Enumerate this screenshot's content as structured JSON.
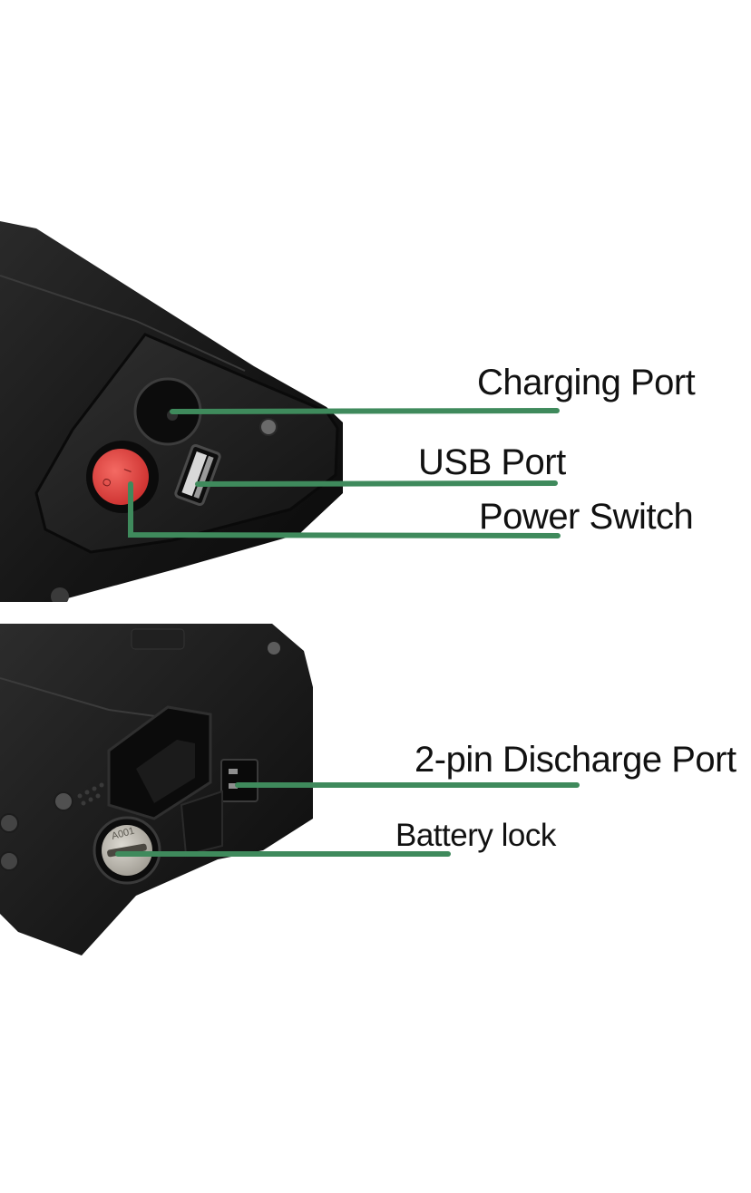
{
  "colors": {
    "leader_line": "#3f8a5c",
    "battery_body": "#161616",
    "switch_red": "#e2403f",
    "lock_silver": "#b9b6ae"
  },
  "labels": {
    "charging_port": "Charging Port",
    "usb_port": "USB Port",
    "power_switch": "Power Switch",
    "discharge_port": "2-pin Discharge Port",
    "battery_lock": "Battery lock"
  },
  "marks": {
    "switch_on": "I",
    "switch_off": "O",
    "lock_code": "A001"
  }
}
